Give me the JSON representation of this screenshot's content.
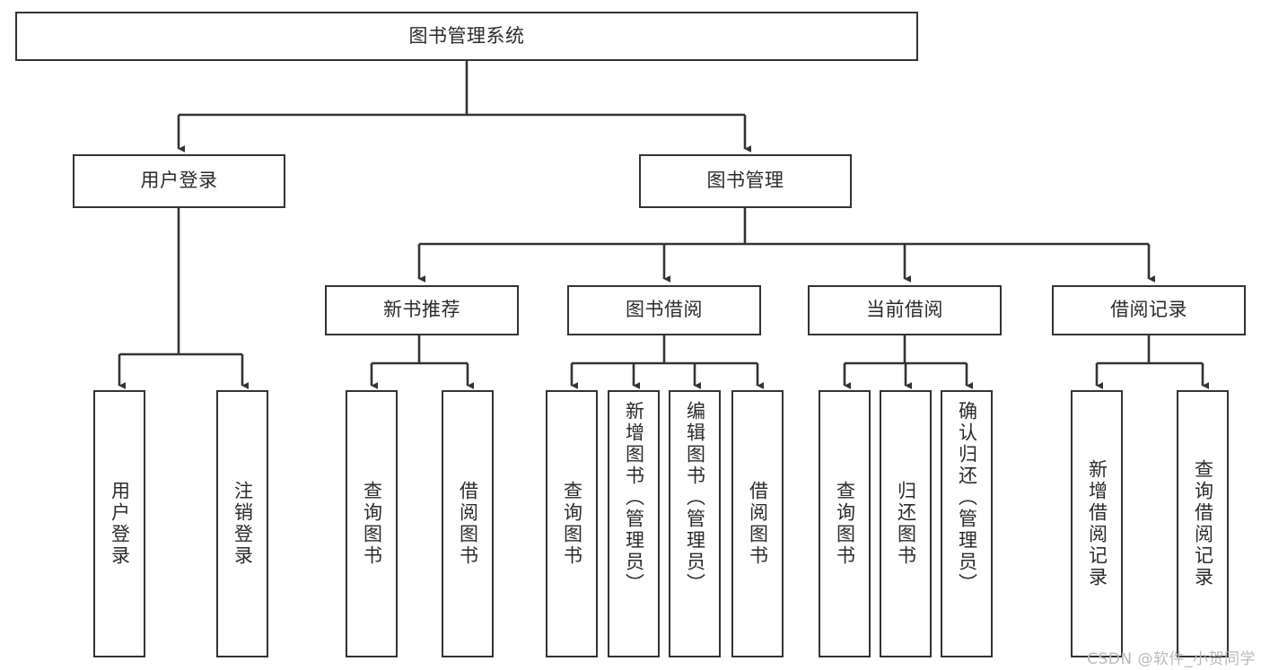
{
  "diagram": {
    "type": "tree-hierarchy",
    "title": "图书管理系统",
    "root": {
      "label": "图书管理系统"
    },
    "level2": [
      {
        "label": "用户登录"
      },
      {
        "label": "图书管理"
      }
    ],
    "level3": [
      {
        "label": "新书推荐"
      },
      {
        "label": "图书借阅"
      },
      {
        "label": "当前借阅"
      },
      {
        "label": "借阅记录"
      }
    ],
    "leaves": {
      "user_login": [
        {
          "label": "用户登录"
        },
        {
          "label": "注销登录"
        }
      ],
      "new_book_recommend": [
        {
          "label": "查询图书"
        },
        {
          "label": "借阅图书"
        }
      ],
      "book_borrow": [
        {
          "label": "查询图书"
        },
        {
          "label": "新增图书（管理员）"
        },
        {
          "label": "编辑图书（管理员）"
        },
        {
          "label": "借阅图书"
        }
      ],
      "current_borrow": [
        {
          "label": "查询图书"
        },
        {
          "label": "归还图书"
        },
        {
          "label": "确认归还（管理员）"
        }
      ],
      "borrow_record": [
        {
          "label": "新增借阅记录"
        },
        {
          "label": "查询借阅记录"
        }
      ]
    }
  },
  "watermark": {
    "text": "CSDN @软件_小贺同学"
  },
  "colors": {
    "border": "#333333",
    "box_fill": "#fefefe",
    "text": "#2b2b2b",
    "connector": "#333333",
    "watermark": "#b9b9b9",
    "page_background": "#ffffff"
  }
}
